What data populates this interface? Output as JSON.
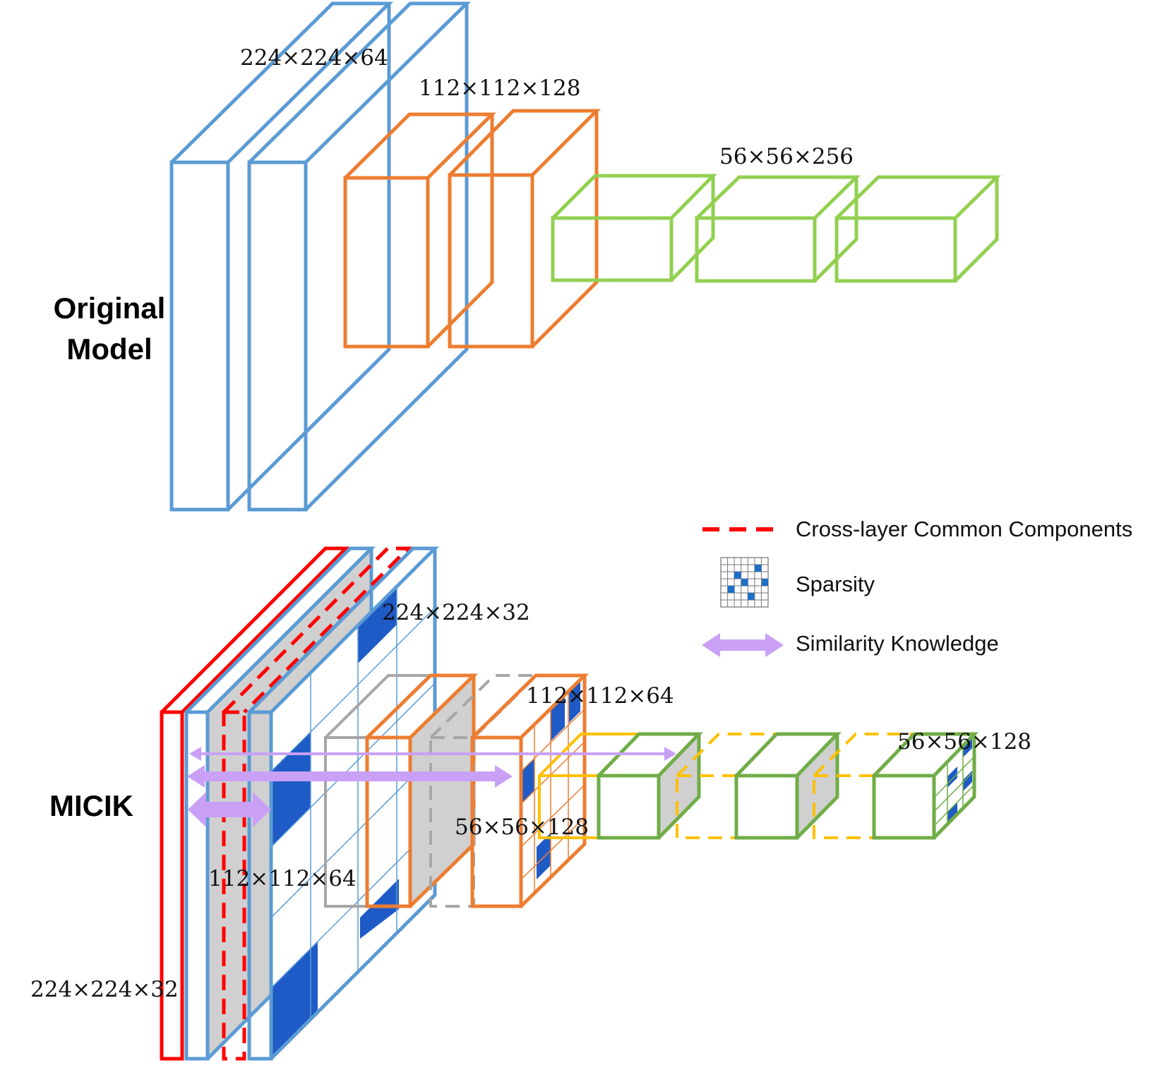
{
  "sections": {
    "original_line1": "Original",
    "original_line2": "Model",
    "micik": "MICIK"
  },
  "original_model": {
    "dims": [
      "224×224×64",
      "112×112×128",
      "56×56×256"
    ]
  },
  "micik": {
    "dims": [
      "224×224×32",
      "224×224×32",
      "112×112×64",
      "112×112×64",
      "56×56×128",
      "56×56×128"
    ]
  },
  "legend": {
    "common": "Cross-layer Common Components",
    "sparsity": "Sparsity",
    "similarity": "Similarity Knowledge"
  },
  "colors": {
    "blue": "#5B9BD5",
    "orange": "#ED7D31",
    "green_light": "#92D050",
    "green_dark": "#70AD47",
    "red": "#FF0000",
    "gray": "#A6A6A6",
    "gray_fill": "#D0D0D0",
    "yellow": "#FFC000",
    "purple": "#CC99FF",
    "sparse_blue": "#1F5BC6"
  }
}
